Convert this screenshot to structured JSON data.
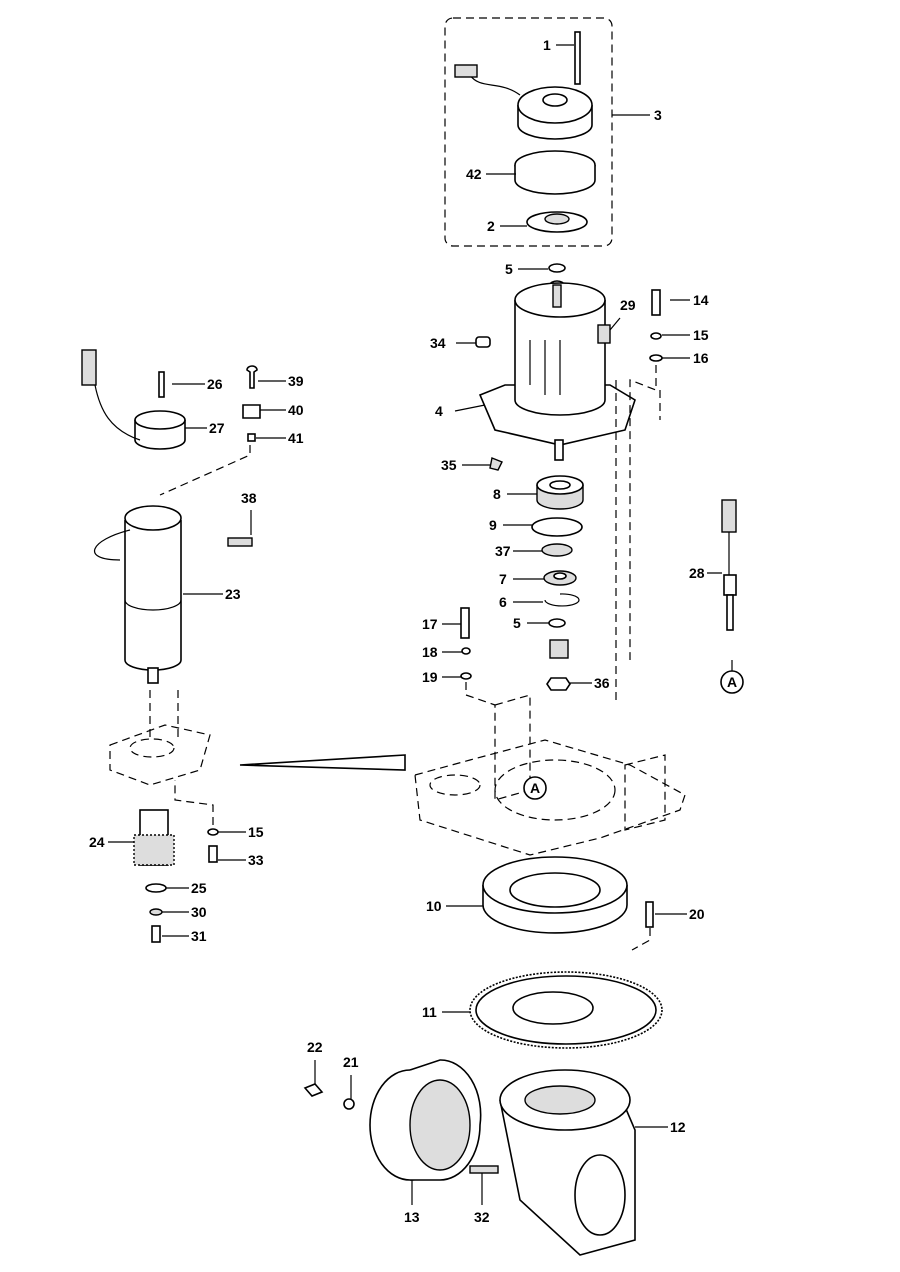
{
  "diagram": {
    "type": "exploded-parts-diagram",
    "callouts": {
      "c1": "1",
      "c2": "2",
      "c3": "3",
      "c4": "4",
      "c5a": "5",
      "c5b": "5",
      "c6": "6",
      "c7": "7",
      "c8": "8",
      "c9": "9",
      "c10": "10",
      "c11": "11",
      "c12": "12",
      "c13": "13",
      "c14": "14",
      "c15a": "15",
      "c15b": "15",
      "c16": "16",
      "c17": "17",
      "c18": "18",
      "c19": "19",
      "c20": "20",
      "c21": "21",
      "c22": "22",
      "c23": "23",
      "c24": "24",
      "c25": "25",
      "c26": "26",
      "c27": "27",
      "c28": "28",
      "c29": "29",
      "c30": "30",
      "c31": "31",
      "c32": "32",
      "c33": "33",
      "c34": "34",
      "c35": "35",
      "c36": "36",
      "c37": "37",
      "c38": "38",
      "c39": "39",
      "c40": "40",
      "c41": "41",
      "c42": "42"
    },
    "refs": {
      "ref_a1": "A",
      "ref_a2": "A"
    }
  }
}
